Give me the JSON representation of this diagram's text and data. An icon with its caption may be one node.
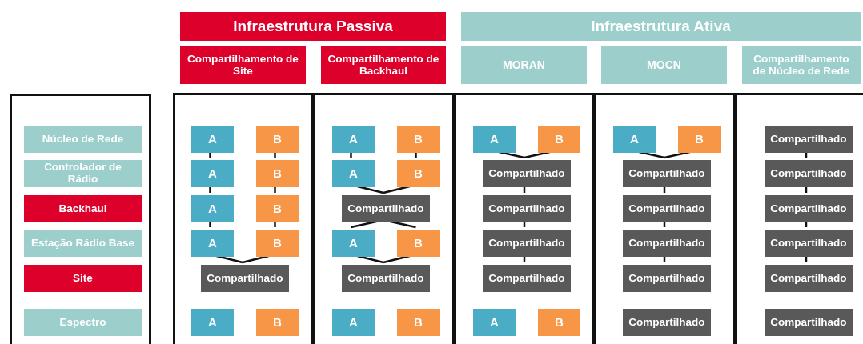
{
  "diagram": {
    "nodes": [
      {
        "text": [
          "Infraestrutura Passiva"
        ]
      },
      {
        "text": [
          "Infraestrutura Ativa"
        ]
      },
      {
        "text": [
          "Compartilhamento de Site"
        ]
      },
      {
        "text": [
          "Compartilhamento de Backhaul"
        ]
      },
      {
        "text": [
          "MORAN"
        ]
      },
      {
        "text": [
          "MOCN"
        ]
      },
      {
        "text": [
          "Compartilhamento de Núcleo de Rede"
        ]
      },
      {
        "text": [],
        "shape": "box"
      },
      {
        "text": [
          "Núcleo de Rede"
        ],
        "in": 7
      },
      {
        "text": [
          "Controlador de Rádio"
        ],
        "in": 7
      },
      {
        "text": [
          "Backhaul"
        ],
        "in": 7
      },
      {
        "text": [
          "Estação Rádio Base"
        ],
        "in": 7
      },
      {
        "text": [
          "Site"
        ],
        "in": 7
      },
      {
        "text": [
          "Espectro"
        ],
        "in": 7
      },
      {
        "text": [],
        "shape": "box"
      },
      {
        "text": [
          "A"
        ],
        "in": 14
      },
      {
        "text": [
          "B"
        ],
        "in": 14
      },
      {
        "text": [
          "A"
        ],
        "in": 14
      },
      {
        "text": [
          "B"
        ],
        "in": 14
      },
      {
        "text": [
          "A"
        ],
        "in": 14
      },
      {
        "text": [
          "B"
        ],
        "in": 14
      },
      {
        "text": [
          "A"
        ],
        "in": 14
      },
      {
        "text": [
          "B"
        ],
        "in": 14
      },
      {
        "text": [
          "Compartilhado"
        ],
        "in": 14
      },
      {
        "text": [
          "A"
        ],
        "in": 14
      },
      {
        "text": [
          "B"
        ],
        "in": 14
      },
      {
        "text": [],
        "shape": "box"
      },
      {
        "text": [
          "A"
        ],
        "in": 26
      },
      {
        "text": [
          "B"
        ],
        "in": 26
      },
      {
        "text": [
          "A"
        ],
        "in": 26
      },
      {
        "text": [
          "B"
        ],
        "in": 26
      },
      {
        "text": [
          "Compartilhado"
        ],
        "in": 26
      },
      {
        "text": [
          "A"
        ],
        "in": 26
      },
      {
        "text": [
          "B"
        ],
        "in": 26
      },
      {
        "text": [
          "Compartilhado"
        ],
        "in": 26
      },
      {
        "text": [
          "A"
        ],
        "in": 26
      },
      {
        "text": [
          "B"
        ],
        "in": 26
      },
      {
        "text": [],
        "shape": "box"
      },
      {
        "text": [
          "A"
        ],
        "in": 37
      },
      {
        "text": [
          "B"
        ],
        "in": 37
      },
      {
        "text": [
          "Compartilhado"
        ],
        "in": 37
      },
      {
        "text": [
          "Compartilhado"
        ],
        "in": 37
      },
      {
        "text": [
          "Compartilhado"
        ],
        "in": 37
      },
      {
        "text": [
          "Compartilhado"
        ],
        "in": 37
      },
      {
        "text": [
          "A"
        ],
        "in": 37
      },
      {
        "text": [
          "B"
        ],
        "in": 37
      },
      {
        "text": [],
        "shape": "box"
      },
      {
        "text": [
          "A"
        ],
        "in": 46
      },
      {
        "text": [
          "B"
        ],
        "in": 46
      },
      {
        "text": [
          "Compartilhado"
        ],
        "in": 46
      },
      {
        "text": [
          "Compartilhado"
        ],
        "in": 46
      },
      {
        "text": [
          "Compartilhado"
        ],
        "in": 46
      },
      {
        "text": [
          "Compartilhado"
        ],
        "in": 46
      },
      {
        "text": [
          "Compartilhado"
        ],
        "in": 46
      },
      {
        "text": [],
        "shape": "box"
      },
      {
        "text": [
          "Compartilhado"
        ],
        "in": 54
      },
      {
        "text": [
          "Compartilhado"
        ],
        "in": 54
      },
      {
        "text": [
          "Compartilhado"
        ],
        "in": 54
      },
      {
        "text": [
          "Compartilhado"
        ],
        "in": 54
      },
      {
        "text": [
          "Compartilhado"
        ],
        "in": 54
      },
      {
        "text": [
          "Compartilhado"
        ],
        "in": 54
      }
    ],
    "edges": [
      {
        "from": 15,
        "to": 17,
        "arrow": "none"
      },
      {
        "from": 17,
        "to": 19,
        "arrow": "none"
      },
      {
        "from": 19,
        "to": 21,
        "arrow": "none"
      },
      {
        "from": 16,
        "to": 18,
        "arrow": "none"
      },
      {
        "from": 18,
        "to": 20,
        "arrow": "none"
      },
      {
        "from": 20,
        "to": 22,
        "arrow": "none"
      },
      {
        "from": 21,
        "to": 23,
        "arrow": "none"
      },
      {
        "from": 22,
        "to": 23,
        "arrow": "none"
      },
      {
        "from": 27,
        "to": 29,
        "arrow": "none"
      },
      {
        "from": 28,
        "to": 30,
        "arrow": "none"
      },
      {
        "from": 29,
        "to": 31,
        "arrow": "none"
      },
      {
        "from": 30,
        "to": 31,
        "arrow": "none"
      },
      {
        "from": 31,
        "to": 32,
        "arrow": "none"
      },
      {
        "from": 31,
        "to": 33,
        "arrow": "none"
      },
      {
        "from": 32,
        "to": 34,
        "arrow": "none"
      },
      {
        "from": 33,
        "to": 34,
        "arrow": "none"
      },
      {
        "from": 38,
        "to": 40,
        "arrow": "none"
      },
      {
        "from": 39,
        "to": 40,
        "arrow": "none"
      },
      {
        "from": 40,
        "to": 41,
        "arrow": "none"
      },
      {
        "from": 41,
        "to": 42,
        "arrow": "none"
      },
      {
        "from": 42,
        "to": 43,
        "arrow": "none"
      },
      {
        "from": 47,
        "to": 49,
        "arrow": "none"
      },
      {
        "from": 48,
        "to": 49,
        "arrow": "none"
      },
      {
        "from": 49,
        "to": 50,
        "arrow": "none"
      },
      {
        "from": 50,
        "to": 51,
        "arrow": "none"
      },
      {
        "from": 51,
        "to": 52,
        "arrow": "none"
      },
      {
        "from": 55,
        "to": 56,
        "arrow": "none"
      },
      {
        "from": 56,
        "to": 57,
        "arrow": "none"
      },
      {
        "from": 57,
        "to": 58,
        "arrow": "none"
      },
      {
        "from": 58,
        "to": 59,
        "arrow": "none"
      }
    ]
  }
}
